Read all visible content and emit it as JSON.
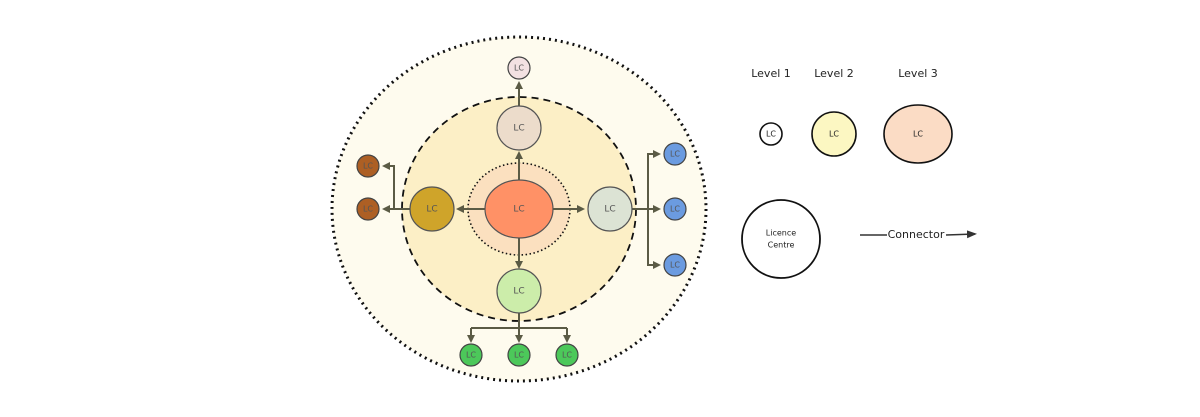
{
  "diagram": {
    "node_label": "LC",
    "colors": {
      "outer_zone_fill": "#fefbee",
      "mid_zone_fill": "#fcefc6",
      "inner_zone_fill": "#fbe0bf",
      "center_node": "#ff9166",
      "top_level2_node": "#ecdccb",
      "top_level1_node": "#f3e1e2",
      "left_level2_node": "#cfa42a",
      "left_level1_nodes": "#ad5f24",
      "right_level2_node": "#dce3d4",
      "right_level1_nodes": "#6b9be0",
      "bottom_level2_node": "#ccedaa",
      "bottom_level1_nodes": "#4cc85a",
      "connector": "#5b5b45"
    }
  },
  "legend": {
    "level1": "Level 1",
    "level2": "Level 2",
    "level3": "Level 3",
    "node_label": "LC",
    "licence_centre_line1": "Licence",
    "licence_centre_line2": "Centre",
    "connector_label": "Connector",
    "colors": {
      "level1_fill": "#ffffff",
      "level2_fill": "#fcf7c2",
      "level3_fill": "#fbdcc5"
    }
  }
}
